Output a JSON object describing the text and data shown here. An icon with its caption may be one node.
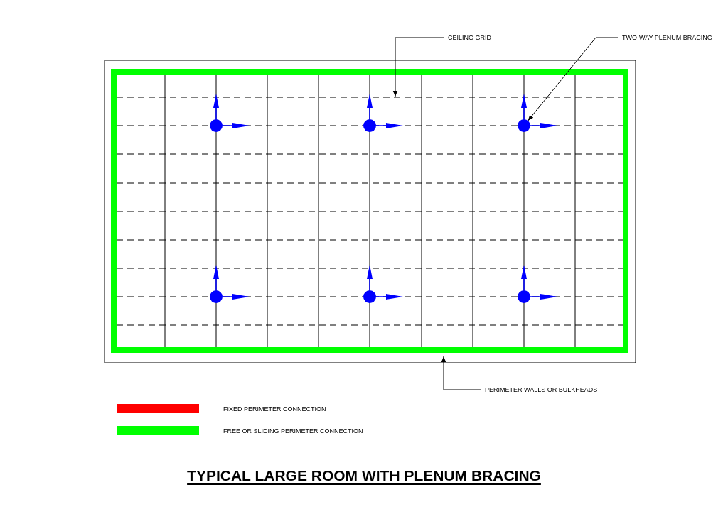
{
  "diagram": {
    "title": "TYPICAL LARGE ROOM WITH PLENUM BRACING",
    "nodes": [
      {
        "text": [
          "CEILING GRID"
        ]
      },
      {
        "text": [
          "TWO-WAY PLENUM BRACING"
        ]
      },
      {
        "text": [
          "PERIMETER WALLS OR BULKHEADS"
        ]
      },
      {
        "text": [],
        "shape": "circle"
      },
      {
        "text": [],
        "shape": "circle"
      },
      {
        "text": [],
        "shape": "circle"
      },
      {
        "text": [],
        "shape": "circle"
      },
      {
        "text": [],
        "shape": "circle"
      },
      {
        "text": [],
        "shape": "circle"
      }
    ],
    "edges": [
      {
        "from": 0,
        "to": null,
        "arrow": "to"
      },
      {
        "from": 1,
        "to": 5,
        "arrow": "to"
      },
      {
        "from": 2,
        "to": null,
        "arrow": "to"
      }
    ],
    "legend": [
      {
        "text": "FIXED PERIMETER CONNECTION",
        "color": "#ff0000"
      },
      {
        "text": "FREE OR SLIDING PERIMETER CONNECTION",
        "color": "#00ff00"
      }
    ]
  }
}
